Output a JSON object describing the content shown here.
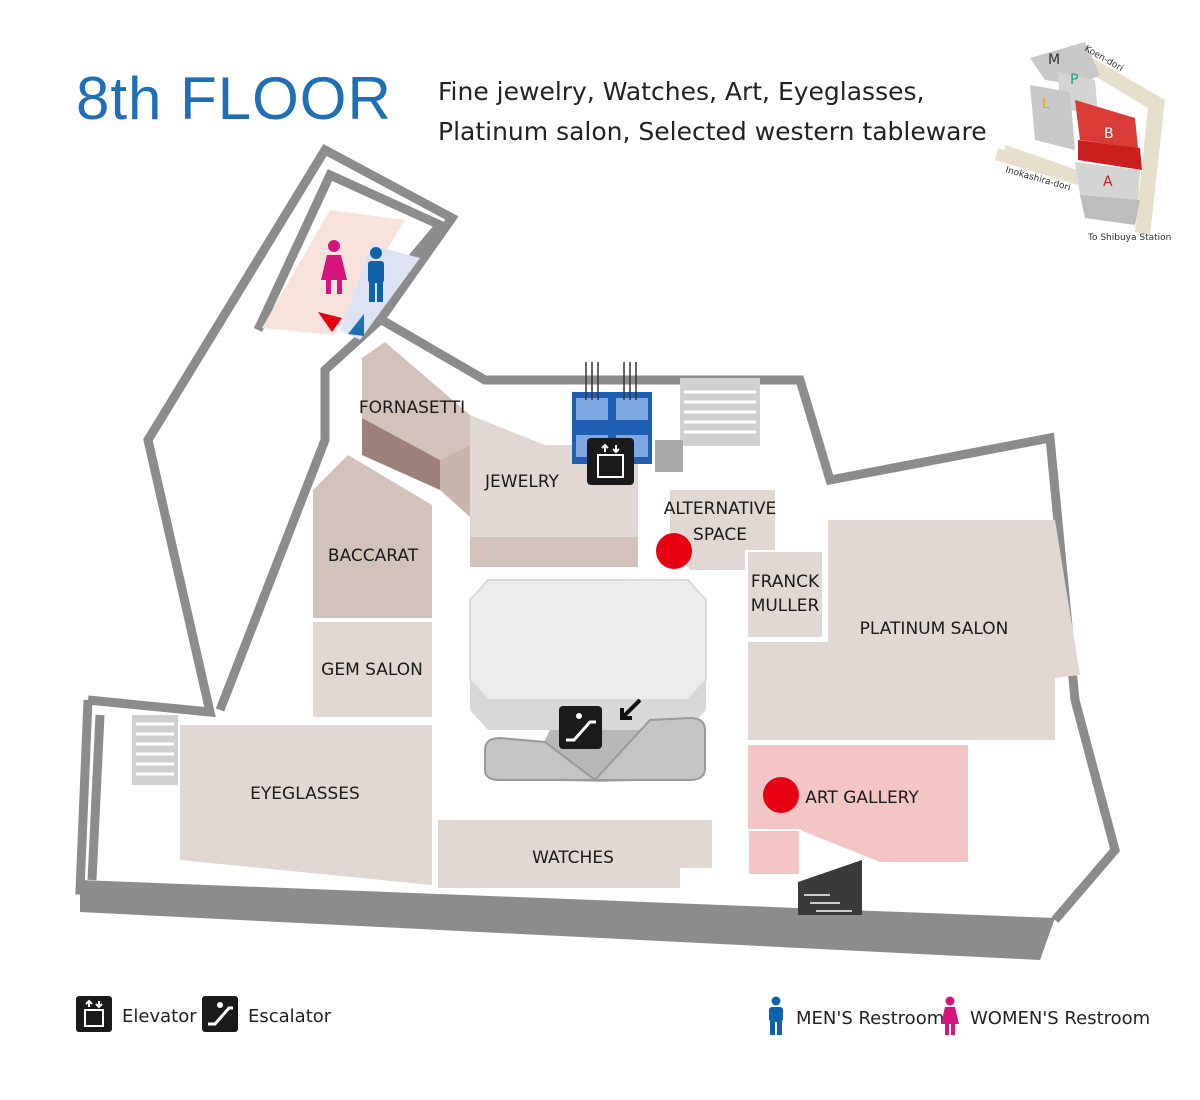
{
  "header": {
    "title": "8th FLOOR",
    "subtitle_line1": "Fine jewelry, Watches, Art, Eyeglasses,",
    "subtitle_line2": "Platinum salon, Selected western tableware"
  },
  "stores": {
    "fornasetti": "FORNASETTI",
    "jewelry": "JEWELRY",
    "alternative_space_1": "ALTERNATIVE",
    "alternative_space_2": "SPACE",
    "baccarat": "BACCARAT",
    "franck_muller_1": "FRANCK",
    "franck_muller_2": "MULLER",
    "platinum_salon": "PLATINUM SALON",
    "gem_salon": "GEM SALON",
    "eyeglasses": "EYEGLASSES",
    "watches": "WATCHES",
    "art_gallery": "ART GALLERY"
  },
  "key_map": {
    "buildings": [
      "M",
      "P",
      "L",
      "B",
      "A"
    ],
    "street_koen": "Koen-dori",
    "street_inokashira": "Inokashira-dori",
    "station": "To Shibuya Station"
  },
  "legend": {
    "elevator": "Elevator",
    "escalator": "Escalator",
    "mens": "MEN'S Restroom",
    "womens": "WOMEN'S Restroom"
  },
  "colors": {
    "floor_outline": "#8c8c8c",
    "store_fill": "#e2d8d3",
    "store_dark": "#cfbdb6",
    "art_gallery": "#f4c5c5",
    "highlight_dot": "#e60012",
    "title_blue": "#1e6fb6",
    "mens_blue": "#0e62a8",
    "womens_pink": "#d6147d"
  },
  "icons": [
    "elevator-icon",
    "escalator-icon",
    "mens-restroom-icon",
    "womens-restroom-icon",
    "highlight-dot-icon",
    "stairs-icon"
  ]
}
